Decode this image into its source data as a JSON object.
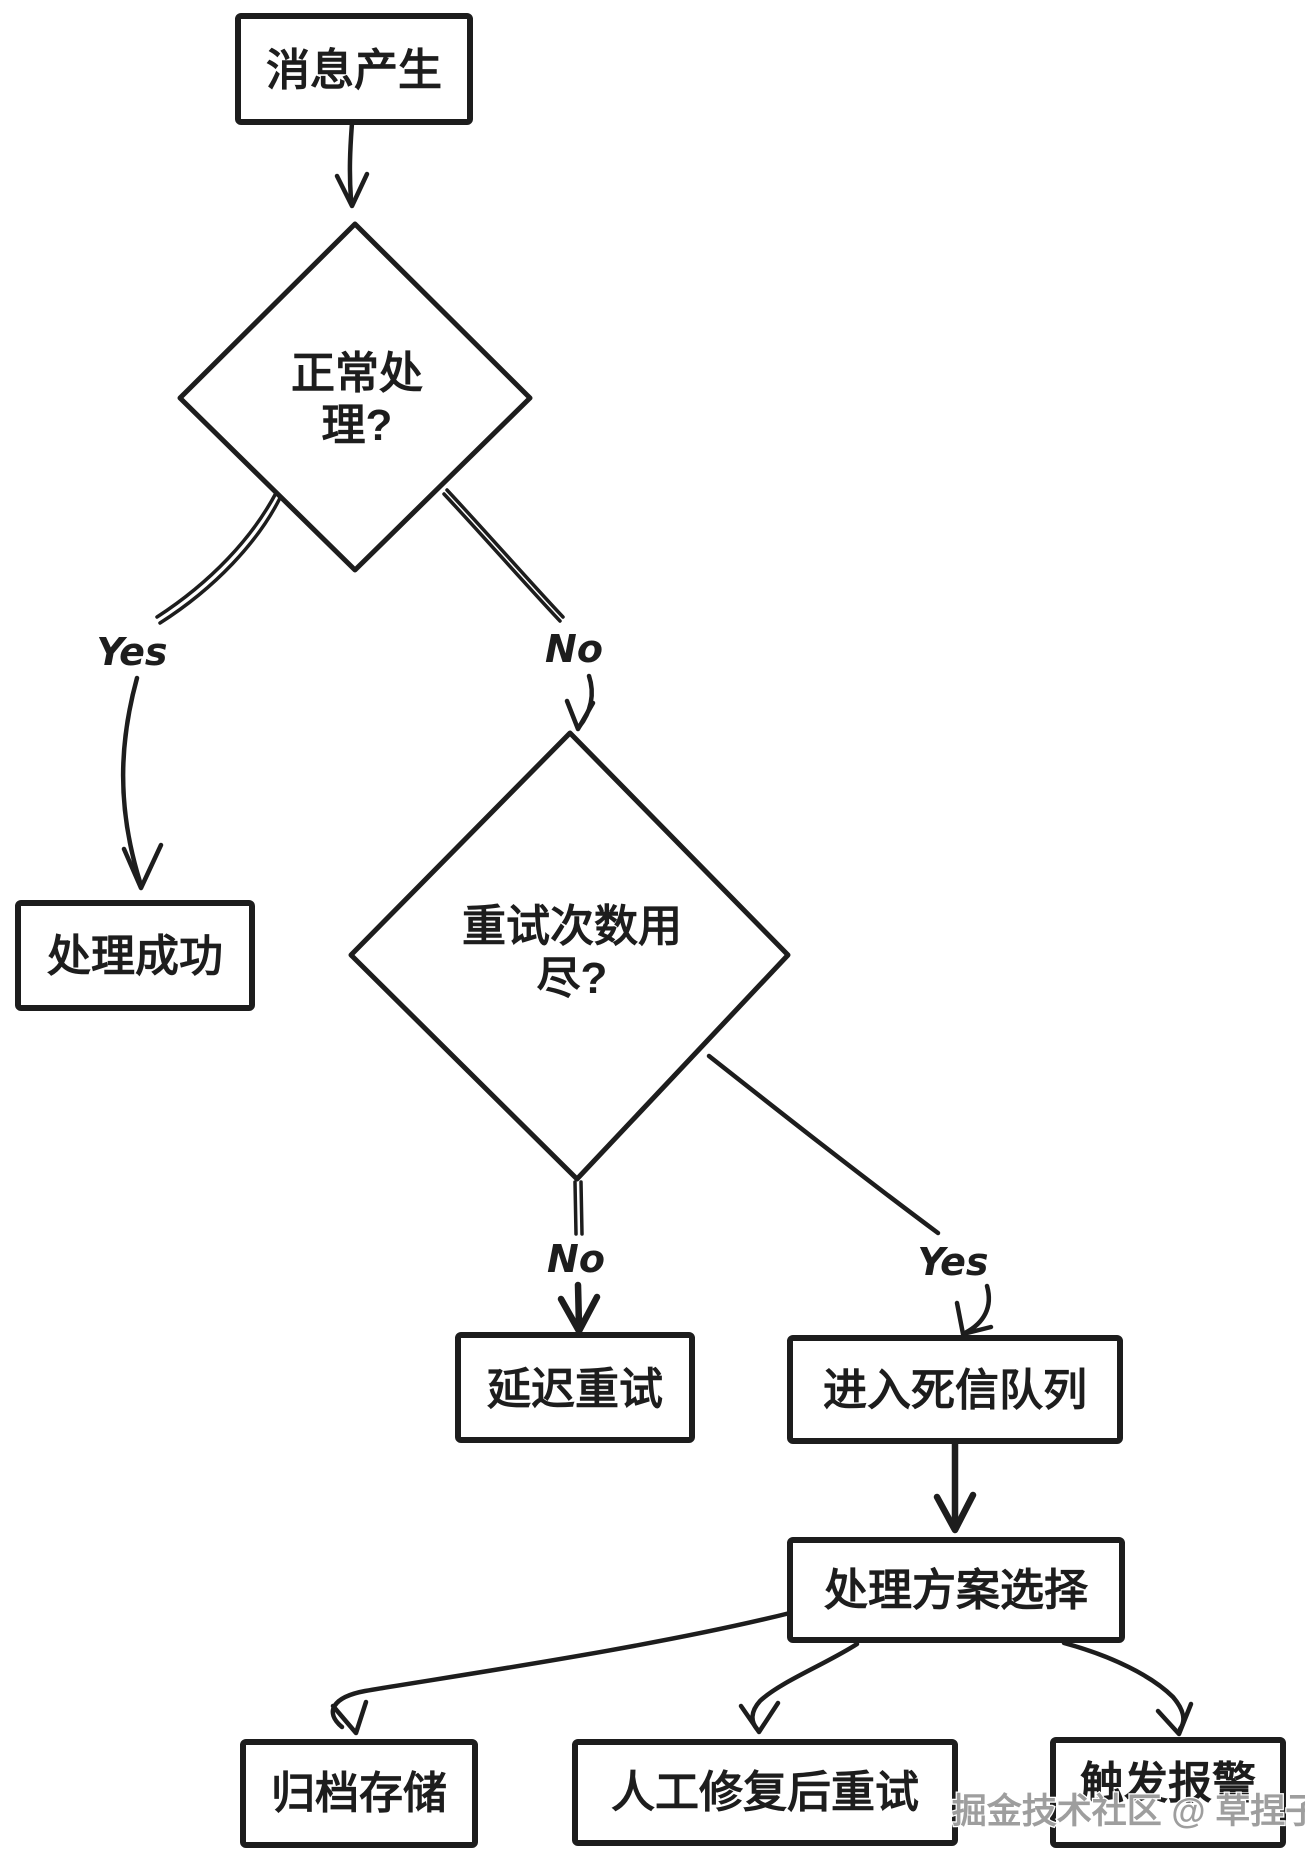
{
  "flowchart": {
    "nodes": {
      "start": {
        "label": "消息产生"
      },
      "normal_process": {
        "label": "正常处理?",
        "line1": "正常处",
        "line2": "理?"
      },
      "success": {
        "label": "处理成功"
      },
      "retry_exhausted": {
        "label": "重试次数用尽?",
        "line1": "重试次数用",
        "line2": "尽?"
      },
      "delay_retry": {
        "label": "延迟重试"
      },
      "dead_letter_queue": {
        "label": "进入死信队列"
      },
      "plan_selection": {
        "label": "处理方案选择"
      },
      "archive": {
        "label": "归档存储"
      },
      "manual_fix_retry": {
        "label": "人工修复后重试"
      },
      "trigger_alarm": {
        "label": "触发报警"
      }
    },
    "edge_labels": {
      "normal_yes": "Yes",
      "normal_no": "No",
      "exhausted_no": "No",
      "exhausted_yes": "Yes"
    },
    "watermark": "掘金技术社区 @ 草捏子",
    "colors": {
      "ink": "#1d1d1d",
      "background": "#ffffff",
      "watermark": "#9e9e9e"
    }
  }
}
